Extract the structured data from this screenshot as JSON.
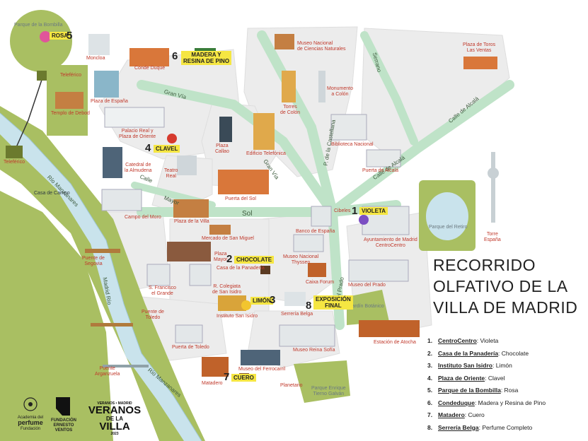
{
  "title": {
    "line1": "RECORRIDO",
    "line2": "OLFATIVO DE LA",
    "line3": "VILLA DE MADRID"
  },
  "legend": [
    {
      "n": "1.",
      "place": "CentroCentro",
      "scent": ": Violeta"
    },
    {
      "n": "2.",
      "place": "Casa de la Panadería",
      "scent": ": Chocolate"
    },
    {
      "n": "3.",
      "place": "Instituto San Isidro",
      "scent": ": Limón"
    },
    {
      "n": "4.",
      "place": "Plaza de Oriente",
      "scent": ": Clavel"
    },
    {
      "n": "5.",
      "place": "Parque de la Bombilla",
      "scent": ": Rosa"
    },
    {
      "n": "6.",
      "place": "Condeduque",
      "scent": ": Madera y Resina de Pino"
    },
    {
      "n": "7.",
      "place": "Matadero",
      "scent": ": Cuero"
    },
    {
      "n": "8.",
      "place": "Serrería Belga",
      "scent": ": Perfume Completo"
    }
  ],
  "stops": {
    "s1": {
      "num": "1",
      "tag": "VIOLETA"
    },
    "s2": {
      "num": "2",
      "tag": "CHOCOLATE"
    },
    "s3": {
      "num": "3",
      "tag": "LIMÓN"
    },
    "s4": {
      "num": "4",
      "tag": "CLAVEL"
    },
    "s5": {
      "num": "5",
      "tag": "ROSA"
    },
    "s6": {
      "num": "6",
      "tag1": "MADERA Y",
      "tag2": "RESINA DE PINO"
    },
    "s7": {
      "num": "7",
      "tag": "CUERO"
    },
    "s8": {
      "num": "8",
      "tag1": "EXPOSICIÓN",
      "tag2": "FINAL"
    }
  },
  "landmarks": {
    "parque_bombilla": "Parque de la Bombilla",
    "moncloa": "Moncloa",
    "teleferico_top": "Teleférico",
    "templo_debod": "Templo de Debod",
    "plaza_espana": "Plaza de España",
    "conde_duque": "Conde Duque",
    "teleferico_left": "Teleférico",
    "casa_de_campo": "Casa de Campo",
    "palacio_real_1": "Palacio Real y",
    "palacio_real_2": "Plaza de Oriente",
    "catedral_1": "Catedral de",
    "catedral_2": "la Almudena",
    "teatro_1": "Teatro",
    "teatro_2": "Real",
    "campo_moro": "Campo del Moro",
    "plaza_villa": "Plaza de la Villa",
    "mercado_sm": "Mercado de San Miguel",
    "plaza_mayor_1": "Plaza",
    "plaza_mayor_2": "Mayor",
    "casa_panaderia": "Casa de la Panadería",
    "puente_segovia_1": "Puente de",
    "puente_segovia_2": "Segovia",
    "san_francisco_1": "S. Francisco",
    "san_francisco_2": "el Grande",
    "colegiata_1": "R. Colegiata",
    "colegiata_2": "de San Isidro",
    "instituto": "Instituto San Isidro",
    "puente_toledo_1": "Puente de",
    "puente_toledo_2": "Toledo",
    "puerta_toledo": "Puerta de Toledo",
    "puente_arganzuela_1": "Puente",
    "puente_arganzuela_2": "Arganzuela",
    "matadero": "Matadero",
    "museo_ferrocarril": "Museo del Ferrocarril",
    "planetario": "Planetario",
    "parque_tierno_1": "Parque Enrique",
    "parque_tierno_2": "Tierno Galván",
    "museo_cn_1": "Museo Nacional",
    "museo_cn_2": "de Ciencias Naturales",
    "plaza_toros_1": "Plaza de Toros",
    "plaza_toros_2": "Las Ventas",
    "torres_colon_1": "Torres",
    "torres_colon_2": "de Colón",
    "monumento_colon_1": "Monumento",
    "monumento_colon_2": "a Colón",
    "plaza_callao_1": "Plaza",
    "plaza_callao_2": "Callao",
    "edificio_telefonica": "Edificio Telefónica",
    "biblioteca": "Biblioteca Nacional",
    "puerta_alcala": "Puerta de Alcalá",
    "torre_espana_1": "Torre",
    "torre_espana_2": "España",
    "puerta_sol": "Puerta del Sol",
    "cibeles": "Cibeles",
    "banco_espana": "Banco de España",
    "ayuntamiento_1": "Ayuntamiento de Madrid",
    "ayuntamiento_2": "CentroCentro",
    "parque_retiro": "Parque del Retiro",
    "thyssen_1": "Museo Nacional",
    "thyssen_2": "Thyssen",
    "caixa_forum": "Caixa Forum",
    "museo_prado": "Museo del Prado",
    "jardin_botanico": "Jardín Botánico",
    "serreria_belga": "Serrería Belga",
    "reina_sofia": "Museo Reina Sofía",
    "atocha": "Estación de Atocha"
  },
  "streets": {
    "gran_via": "Gran Vía",
    "gran_via_2": "Gran Vía",
    "calle_mayor": "Calle",
    "calle_mayor_2": "Mayor",
    "sol": "Sol",
    "castellana": "P. de la Castellana",
    "prado": "P. del Prado",
    "alcala": "Calle de Alcalá",
    "alcala_2": "Calle de Alcalá",
    "serrano": "Serrano",
    "rio_1": "Río Manzanares",
    "rio_2": "Madrid Río",
    "rio_3": "Río Manzanares"
  },
  "logos": {
    "academia_1": "Academia del",
    "academia_2": "perfume",
    "academia_3": "Fundación",
    "fundacion_1": "FUNDACIÓN",
    "fundacion_2": "ERNESTO",
    "fundacion_3": "VENTOS",
    "veranos_small": "VERANOS • MADRID",
    "veranos_1": "VERANOS",
    "veranos_2": "DE LA",
    "veranos_3": "VILLA",
    "veranos_year": "2023"
  },
  "colors": {
    "river": "#c9e3ec",
    "green_band": "#a9bf62",
    "block_grey": "#ececec",
    "avenue": "#bfe3c8",
    "tag_yellow": "#f5e642",
    "label_red": "#c0392b"
  }
}
